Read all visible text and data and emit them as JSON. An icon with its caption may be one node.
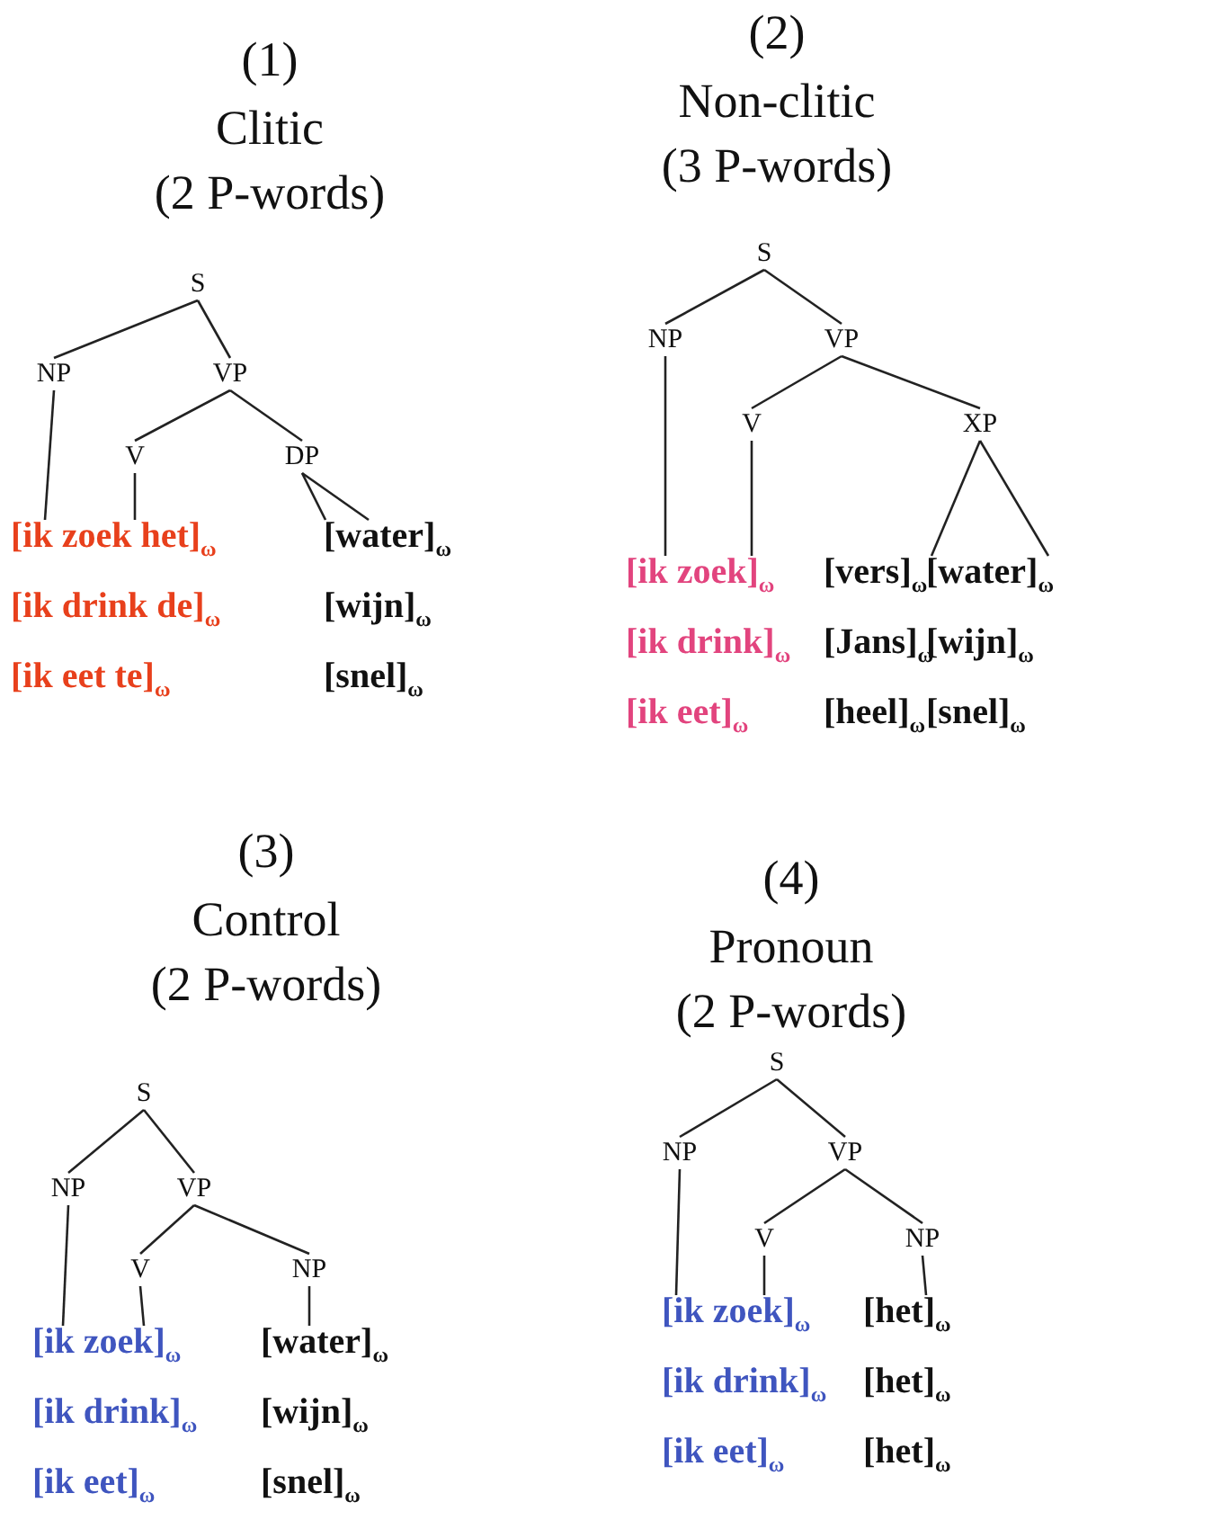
{
  "diagram": {
    "nodes": [
      {
        "text": [
          "S"
        ]
      },
      {
        "text": [
          "NP"
        ]
      },
      {
        "text": [
          "VP"
        ]
      },
      {
        "text": [
          "V"
        ]
      },
      {
        "text": [
          "DP"
        ]
      },
      {
        "text": [
          "[ik zoek het]$_{ω}$",
          "[ik drink de]$_{ω}$",
          "[ik eet te]$_{ω}$"
        ]
      },
      {
        "text": [
          "[water]$_{ω}$",
          "[wijn]$_{ω}$",
          "[snel]$_{ω}$"
        ]
      },
      {
        "text": [
          "S"
        ]
      },
      {
        "text": [
          "NP"
        ]
      },
      {
        "text": [
          "VP"
        ]
      },
      {
        "text": [
          "V"
        ]
      },
      {
        "text": [
          "XP"
        ]
      },
      {
        "text": [
          "[ik zoek]$_{ω}$",
          "[ik drink]$_{ω}$",
          "[ik eet]$_{ω}$"
        ]
      },
      {
        "text": [
          "[vers]$_{ω}$",
          "[Jans]$_{ω}$",
          "[heel]$_{ω}$"
        ]
      },
      {
        "text": [
          "[water]$_{ω}$",
          "[wijn]$_{ω}$",
          "[snel]$_{ω}$"
        ]
      },
      {
        "text": [
          "S"
        ]
      },
      {
        "text": [
          "NP"
        ]
      },
      {
        "text": [
          "VP"
        ]
      },
      {
        "text": [
          "V"
        ]
      },
      {
        "text": [
          "NP"
        ]
      },
      {
        "text": [
          "[ik zoek]$_{ω}$",
          "[ik drink]$_{ω}$",
          "[ik eet]$_{ω}$"
        ]
      },
      {
        "text": [
          "[water]$_{ω}$",
          "[wijn]$_{ω}$",
          "[snel]$_{ω}$"
        ]
      },
      {
        "text": [
          "S"
        ]
      },
      {
        "text": [
          "NP"
        ]
      },
      {
        "text": [
          "VP"
        ]
      },
      {
        "text": [
          "V"
        ]
      },
      {
        "text": [
          "NP"
        ]
      },
      {
        "text": [
          "[ik zoek]$_{ω}$",
          "[ik drink]$_{ω}$",
          "[ik eet]$_{ω}$"
        ]
      },
      {
        "text": [
          "[het]$_{ω}$",
          "[het]$_{ω}$",
          "[het]$_{ω}$"
        ]
      }
    ],
    "edges": [
      {
        "from": 0,
        "to": 1,
        "arrow": "none"
      },
      {
        "from": 0,
        "to": 2,
        "arrow": "none"
      },
      {
        "from": 2,
        "to": 3,
        "arrow": "none"
      },
      {
        "from": 2,
        "to": 4,
        "arrow": "none"
      },
      {
        "from": 1,
        "to": 5,
        "arrow": "none"
      },
      {
        "from": 3,
        "to": 5,
        "arrow": "none"
      },
      {
        "from": 4,
        "to": 6,
        "arrow": "none"
      },
      {
        "from": 4,
        "to": 6,
        "arrow": "none"
      },
      {
        "from": 7,
        "to": 8,
        "arrow": "none"
      },
      {
        "from": 7,
        "to": 9,
        "arrow": "none"
      },
      {
        "from": 9,
        "to": 10,
        "arrow": "none"
      },
      {
        "from": 9,
        "to": 11,
        "arrow": "none"
      },
      {
        "from": 8,
        "to": 12,
        "arrow": "none"
      },
      {
        "from": 10,
        "to": 12,
        "arrow": "none"
      },
      {
        "from": 11,
        "to": 13,
        "arrow": "none"
      },
      {
        "from": 11,
        "to": 14,
        "arrow": "none"
      },
      {
        "from": 15,
        "to": 16,
        "arrow": "none"
      },
      {
        "from": 15,
        "to": 17,
        "arrow": "none"
      },
      {
        "from": 17,
        "to": 18,
        "arrow": "none"
      },
      {
        "from": 17,
        "to": 19,
        "arrow": "none"
      },
      {
        "from": 16,
        "to": 20,
        "arrow": "none"
      },
      {
        "from": 18,
        "to": 20,
        "arrow": "none"
      },
      {
        "from": 19,
        "to": 21,
        "arrow": "none"
      },
      {
        "from": 22,
        "to": 23,
        "arrow": "none"
      },
      {
        "from": 22,
        "to": 24,
        "arrow": "none"
      },
      {
        "from": 24,
        "to": 25,
        "arrow": "none"
      },
      {
        "from": 24,
        "to": 26,
        "arrow": "none"
      },
      {
        "from": 23,
        "to": 27,
        "arrow": "none"
      },
      {
        "from": 25,
        "to": 27,
        "arrow": "none"
      },
      {
        "from": 26,
        "to": 28,
        "arrow": "none"
      }
    ],
    "labels": [
      "(1)",
      "Clitic",
      "(2 P-words)",
      "(2)",
      "Non-clitic",
      "(3 P-words)",
      "(3)",
      "Control",
      "(2 P-words)",
      "(4)",
      "Pronoun",
      "(2 P-words)"
    ]
  }
}
